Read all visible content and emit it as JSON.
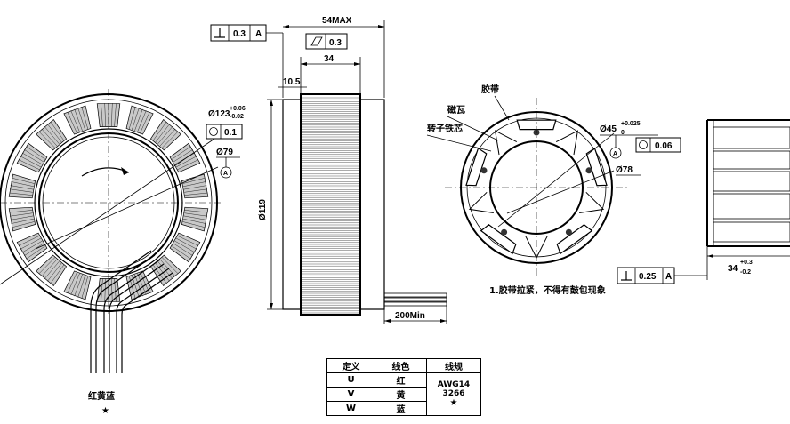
{
  "front_view": {
    "od_label": "Ø123",
    "od_tol_upper": "+0.06",
    "od_tol_lower": "-0.02",
    "od_fcf_value": "0.1",
    "id_label": "Ø79",
    "datum": "A",
    "lead_colors": "红黄蓝",
    "star": "★"
  },
  "side_view": {
    "perp_value": "0.3",
    "perp_datum": "A",
    "width_max": "54MAX",
    "flat_value": "0.3",
    "core_width": "34",
    "offset": "10.5",
    "height": "Ø119",
    "lead_length": "200Min"
  },
  "rotor_view": {
    "label_belt": "胶带",
    "label_magnet": "磁瓦",
    "label_core": "转子铁芯",
    "bore_label": "Ø45",
    "bore_tol_upper": "+0.025",
    "bore_tol_lower": "0",
    "datum": "A",
    "bore_fcf_value": "0.06",
    "id_label": "Ø78",
    "note": "1.胶带拉紧，不得有鼓包现象"
  },
  "right_view": {
    "perp_value": "0.25",
    "perp_datum": "A",
    "length": "34",
    "tol_upper": "+0.3",
    "tol_lower": "-0.2"
  },
  "wire_table": {
    "headers": [
      "定义",
      "线色",
      "线规"
    ],
    "rows": [
      {
        "def": "U",
        "color": "红"
      },
      {
        "def": "V",
        "color": "黄"
      },
      {
        "def": "W",
        "color": "蓝"
      }
    ],
    "gauge": "AWG14 3266",
    "star": "★"
  }
}
